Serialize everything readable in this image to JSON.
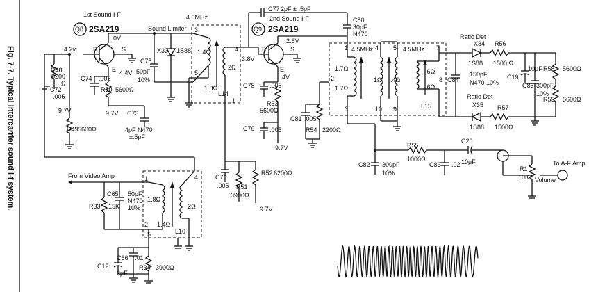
{
  "figure": {
    "caption": "Fig. 7-7. Typical intercarrier sound i-f system.",
    "colors": {
      "ink": "#111111",
      "paper": "#ffffff"
    }
  },
  "stages": {
    "q8_title": "1st Sound I-F",
    "q8_id": "Q8",
    "q8_part": "2SA219",
    "q9_title": "2nd Sound I-F",
    "q9_id": "Q9",
    "q9_part": "2SA219",
    "sound_limiter": "Sound Limiter",
    "freq_45_top": "4.5MHz",
    "from_video": "From Video Amp",
    "to_af": "To A-F Amp",
    "volume": "Volume",
    "ratio_det_1": "Ratio Det",
    "ratio_det_2": "Ratio Det"
  },
  "voltages": {
    "q8_c": "0V",
    "q8_b": "4.2v",
    "q8_e": "4.4V",
    "q9_c": "2.6V",
    "q9_b": "3.8V",
    "q9_e": "4V",
    "v97_a": "9.7V",
    "v97_b": "9.7V",
    "v97_c": "9.7V",
    "v97_d": "9.7V"
  },
  "components": {
    "r48": "R48",
    "r48_v1": "8200",
    "r48_v2": "Ω",
    "c72": "C72",
    "c72_v": ".005",
    "c74": "C74",
    "c74_v": ".005",
    "r50": "R50",
    "r50_v": "5600Ω",
    "r49": "R49",
    "r49_v": "5600Ω",
    "c73": "C73",
    "c73_v1": "4pF",
    "c73_v2": "N470",
    "c73_v3": "±.5pF",
    "c75": "C75",
    "c75_v1": "50pF",
    "c75_v2": "10%",
    "x33": "X33",
    "x33_p": "1S88",
    "l14": "L14",
    "l14_r1": "1.4Ω",
    "l14_r2": "1.8Ω",
    "l14_r3": "2Ω",
    "c77": "C77",
    "c77_v": "2pF ± .5pF",
    "c80": "C80",
    "c80_v1": "30pF",
    "c80_v2": "N470",
    "c78": "C78",
    "c78_v": ".005",
    "r53": "R53",
    "r53_v": "5600Ω",
    "c79": "C79",
    "c79_v": ".005",
    "c76": "C76",
    "c76_v": ".005",
    "r51": "R51",
    "r51_v": "3900Ω",
    "r52": "R52",
    "r52_v": "6200Ω",
    "c81": "C81",
    "c81_v": ".005",
    "r54": "R54",
    "r54_v": "2200Ω",
    "l15": "L15",
    "l15_r1": "1.7Ω",
    "l15_r2": "1.7Ω",
    "l15_r3": "1Ω",
    "l15_r4": ".4Ω",
    "l15_r5": ".6Ω",
    "l15_r6": ".6Ω",
    "l15_f1": "4.5MHz",
    "l15_f2": "4.5MHz",
    "c84": "C84",
    "c84_v1": "150pF",
    "c84_v2": "N470 10%",
    "x34": "X34",
    "x34_p": "1S88",
    "x35": "X35",
    "x35_p": "1S88",
    "r56": "R56",
    "r56_v": "1500 Ω",
    "r57": "R57",
    "r57_v": "1500Ω",
    "c19": "C19",
    "c19_v": "10μF",
    "c85": "C85",
    "c85_v1": "300pF",
    "c85_v2": "10%",
    "r58": "R58",
    "r58_v": "5600Ω",
    "r59": "R59",
    "r59_v": "5600Ω",
    "r55": "R55",
    "r55_v": "1000Ω",
    "c82": "C82",
    "c82_v1": "300pF",
    "c82_v2": "10%",
    "c83": "C83",
    "c83_v": ".02",
    "c20": "C20",
    "c20_v": "10μF",
    "r1": "R1",
    "r1_v": "10K",
    "c65": "C65",
    "c65_v1": "50pF",
    "c65_v2": "N470",
    "c65_v3": "10%",
    "r33": "R33",
    "r33_v": "15K",
    "l10": "L10",
    "l10_r1": "1.8Ω",
    "l10_r2": "1.4Ω",
    "l10_r3": "2Ω",
    "c66": "C66",
    "c66_v": ".01",
    "c12": "C12",
    "c12_v": "2μF",
    "r34": "R34",
    "r34_v": "3900Ω"
  },
  "pins": {
    "l14_p1": "1",
    "l14_p3": "3",
    "l14_p4": "4",
    "l14_p5": "5",
    "l15_p1": "1",
    "l15_p2": "2",
    "l15_p3": "3",
    "l15_p4": "4",
    "l15_p5": "5",
    "l15_p7": "7",
    "l15_p8": "8",
    "l15_p9": "9",
    "l15_p10": "10",
    "l10_p1": "1",
    "l10_p2": "2",
    "l10_p4": "4",
    "l10_p5": "5"
  }
}
